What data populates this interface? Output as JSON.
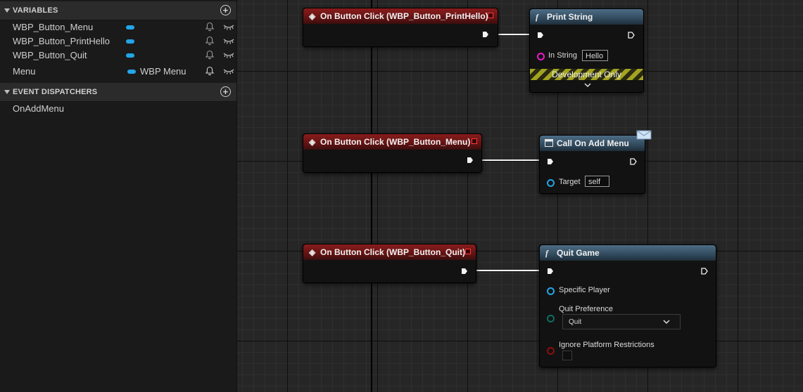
{
  "panel": {
    "variables": {
      "title": "VARIABLES",
      "items": [
        {
          "name": "WBP_Button_Menu",
          "type": ""
        },
        {
          "name": "WBP_Button_PrintHello",
          "type": ""
        },
        {
          "name": "WBP_Button_Quit",
          "type": ""
        },
        {
          "name": "Menu",
          "type": "WBP Menu"
        }
      ]
    },
    "event_dispatchers": {
      "title": "EVENT DISPATCHERS",
      "items": [
        {
          "name": "OnAddMenu"
        }
      ]
    }
  },
  "graph": {
    "event_print_hello": {
      "title": "On Button Click (WBP_Button_PrintHello)"
    },
    "print_string": {
      "title": "Print String",
      "in_string_label": "In String",
      "in_string_value": "Hello",
      "dev_only": "Development Only"
    },
    "event_menu": {
      "title": "On Button Click (WBP_Button_Menu)"
    },
    "call_on_add_menu": {
      "title": "Call On Add Menu",
      "target_label": "Target",
      "target_value": "self"
    },
    "event_quit": {
      "title": "On Button Click (WBP_Button_Quit)"
    },
    "quit_game": {
      "title": "Quit Game",
      "specific_player_label": "Specific Player",
      "quit_preference_label": "Quit Preference",
      "quit_preference_value": "Quit",
      "ignore_restrictions_label": "Ignore Platform Restrictions"
    }
  },
  "colors": {
    "variable_pin": "#23a5e8",
    "event_header": "#8a1c1c",
    "function_header": "#4d6d86",
    "string_pin": "#e81cc8",
    "object_pin": "#23a5e8",
    "byte_pin": "#0b6e62",
    "bool_pin": "#8c0e0e"
  }
}
